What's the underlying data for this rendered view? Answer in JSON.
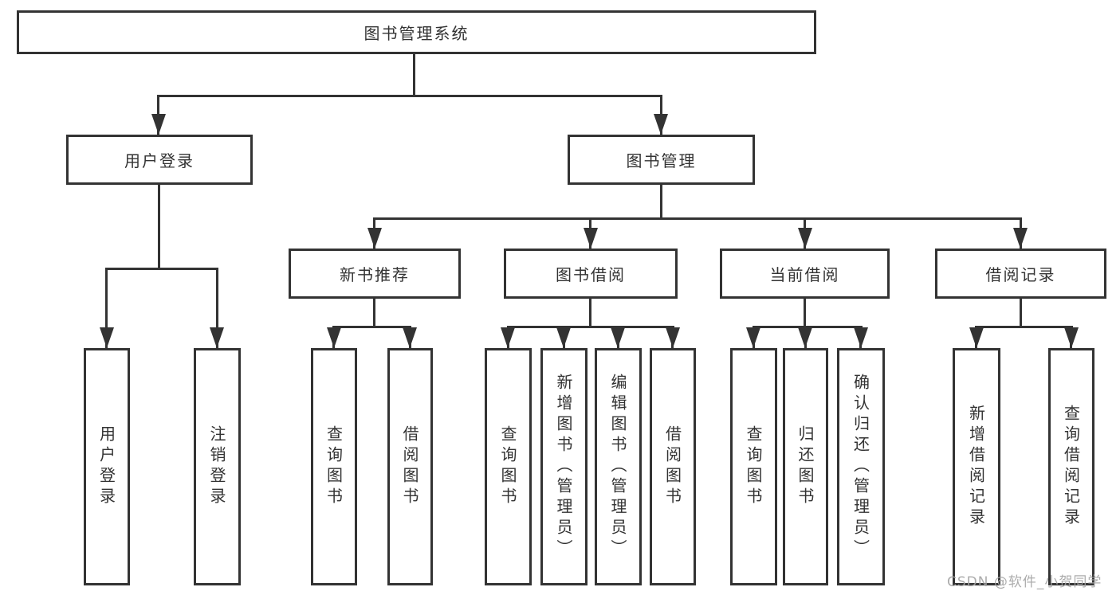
{
  "diagram": {
    "root": {
      "label": "图书管理系统"
    },
    "branches": [
      {
        "label": "用户登录",
        "children": [
          {
            "label": "用户登录"
          },
          {
            "label": "注销登录"
          }
        ]
      },
      {
        "label": "图书管理",
        "children": [
          {
            "label": "新书推荐",
            "children": [
              {
                "label": "查询图书"
              },
              {
                "label": "借阅图书"
              }
            ]
          },
          {
            "label": "图书借阅",
            "children": [
              {
                "label": "查询图书"
              },
              {
                "label": "新增图书（管理员）"
              },
              {
                "label": "编辑图书（管理员）"
              },
              {
                "label": "借阅图书"
              }
            ]
          },
          {
            "label": "当前借阅",
            "children": [
              {
                "label": "查询图书"
              },
              {
                "label": "归还图书"
              },
              {
                "label": "确认归还（管理员）"
              }
            ]
          },
          {
            "label": "借阅记录",
            "children": [
              {
                "label": "新增借阅记录"
              },
              {
                "label": "查询借阅记录"
              }
            ]
          }
        ]
      }
    ],
    "watermark": "CSDN @软件_小贺同学",
    "colors": {
      "line": "#333333",
      "text": "#333333",
      "box_background": "#ffffff",
      "page_background": "#ffffff",
      "watermark": "#a5a5a5"
    }
  }
}
